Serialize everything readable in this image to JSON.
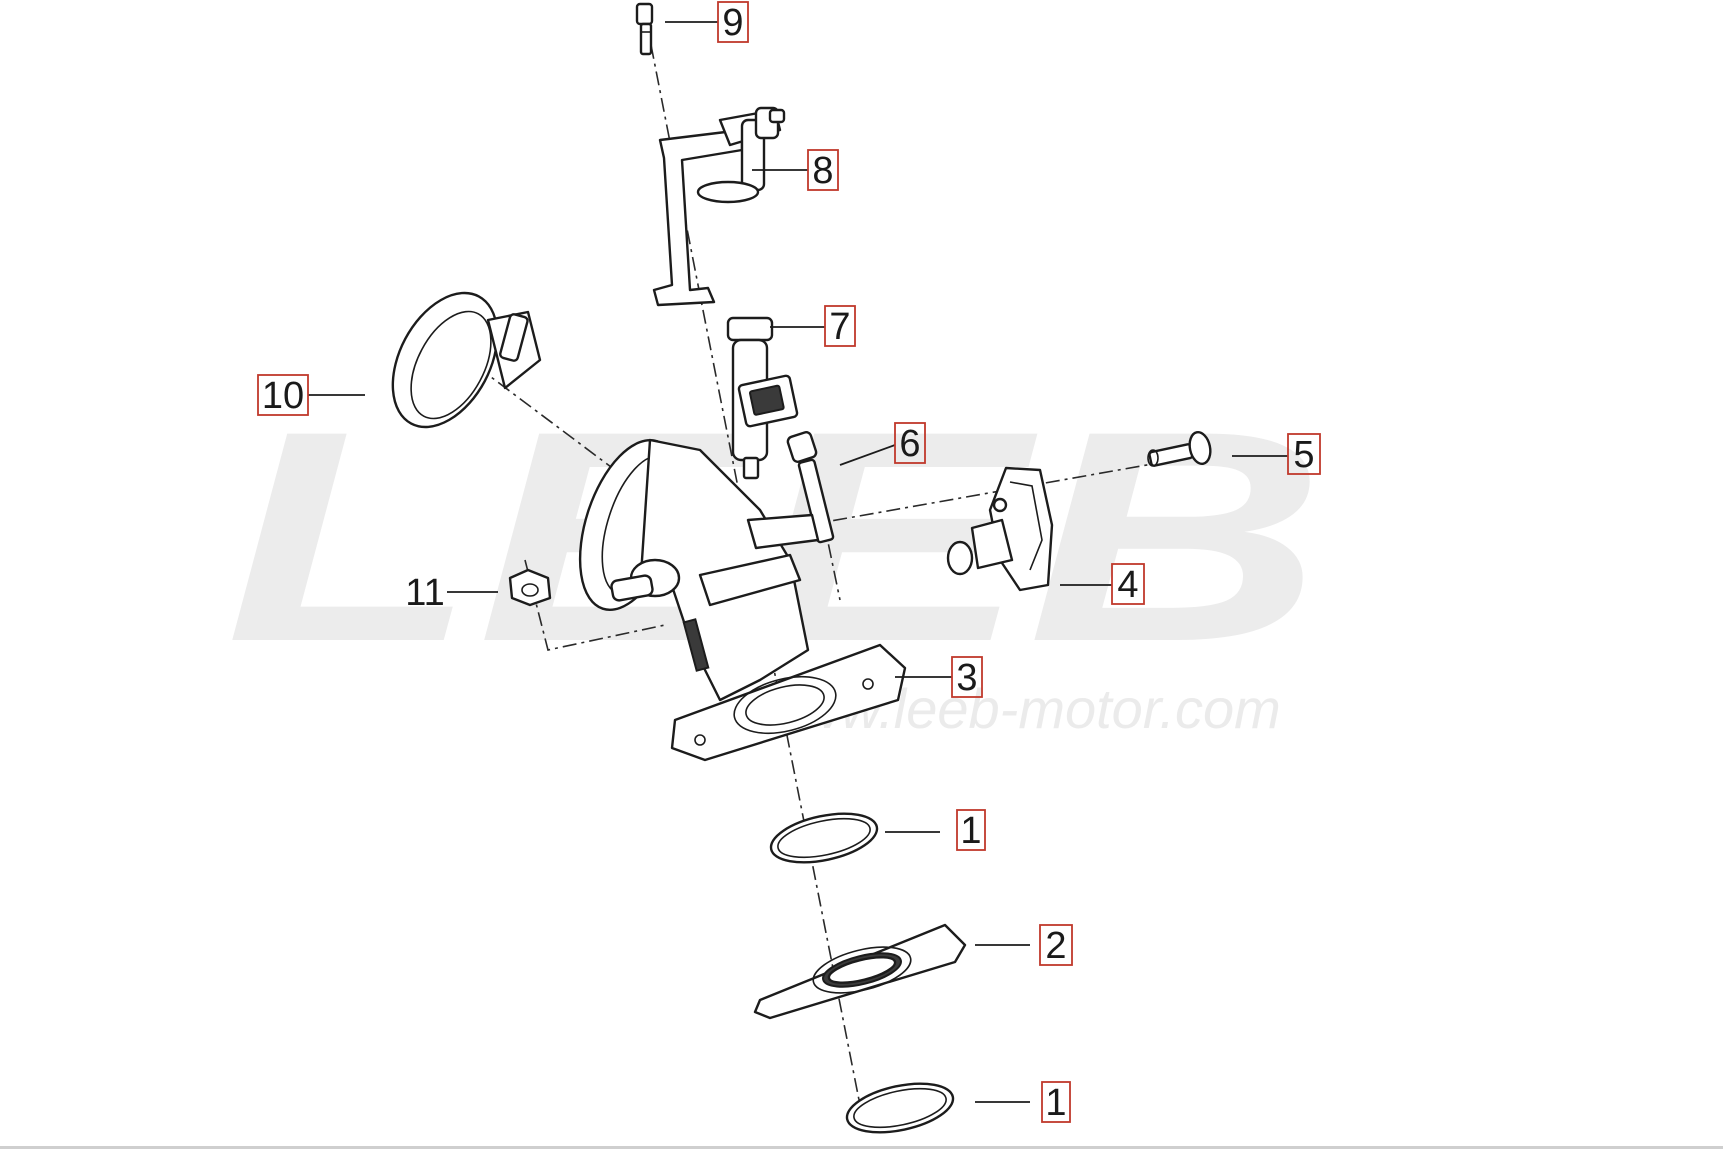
{
  "watermark": {
    "logo_text": "LEEB",
    "url_text": "www.leeb-motor.com",
    "color": "#ececec"
  },
  "callouts": [
    {
      "id": "c9",
      "label": "9",
      "boxed": true
    },
    {
      "id": "c8",
      "label": "8",
      "boxed": true
    },
    {
      "id": "c7",
      "label": "7",
      "boxed": true
    },
    {
      "id": "c10",
      "label": "10",
      "boxed": true
    },
    {
      "id": "c6",
      "label": "6",
      "boxed": true
    },
    {
      "id": "c5",
      "label": "5",
      "boxed": true
    },
    {
      "id": "c4",
      "label": "4",
      "boxed": true
    },
    {
      "id": "c11",
      "label": "11",
      "boxed": false
    },
    {
      "id": "c3",
      "label": "3",
      "boxed": true
    },
    {
      "id": "c1a",
      "label": "1",
      "boxed": true
    },
    {
      "id": "c2",
      "label": "2",
      "boxed": true
    },
    {
      "id": "c1b",
      "label": "1",
      "boxed": true
    }
  ],
  "colors": {
    "callout_box": "#c0392b",
    "line": "#1c1c1c"
  }
}
